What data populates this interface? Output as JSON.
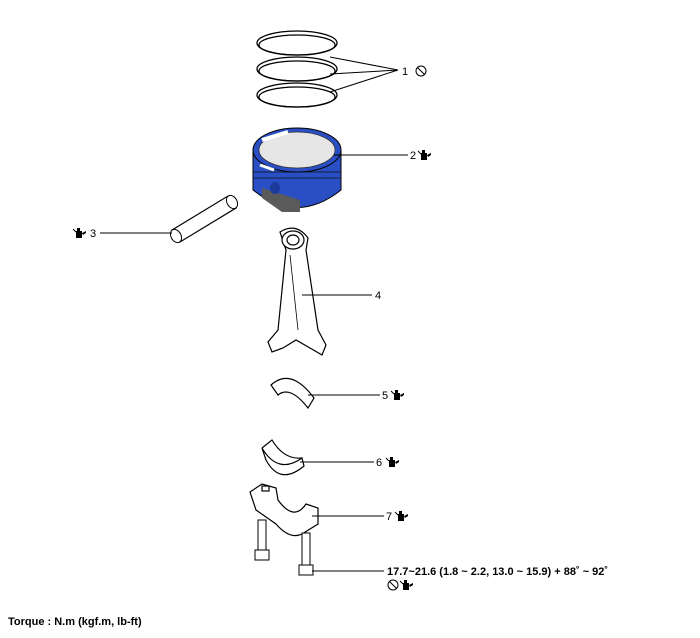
{
  "callouts": [
    {
      "label": "1",
      "icon": "do-not-reuse-icon"
    },
    {
      "label": "2",
      "icon": "apply-oil-icon"
    },
    {
      "label": "3",
      "icon": "apply-oil-icon"
    },
    {
      "label": "4"
    },
    {
      "label": "5",
      "icon": "apply-oil-icon"
    },
    {
      "label": "6",
      "icon": "apply-oil-icon"
    },
    {
      "label": "7",
      "icon": "apply-oil-icon"
    }
  ],
  "bolt_spec": "17.7~21.6 (1.8 ~ 2.2, 13.0 ~ 15.9) + 88˚ ~ 92˚",
  "bolt_icons": [
    "do-not-reuse-icon",
    "apply-oil-icon"
  ],
  "torque_note": "Torque : N.m (kgf.m, lb-ft)",
  "colors": {
    "piston_blue": "#2a4fc4",
    "piston_top": "#e6e6e6",
    "line": "#000000"
  }
}
